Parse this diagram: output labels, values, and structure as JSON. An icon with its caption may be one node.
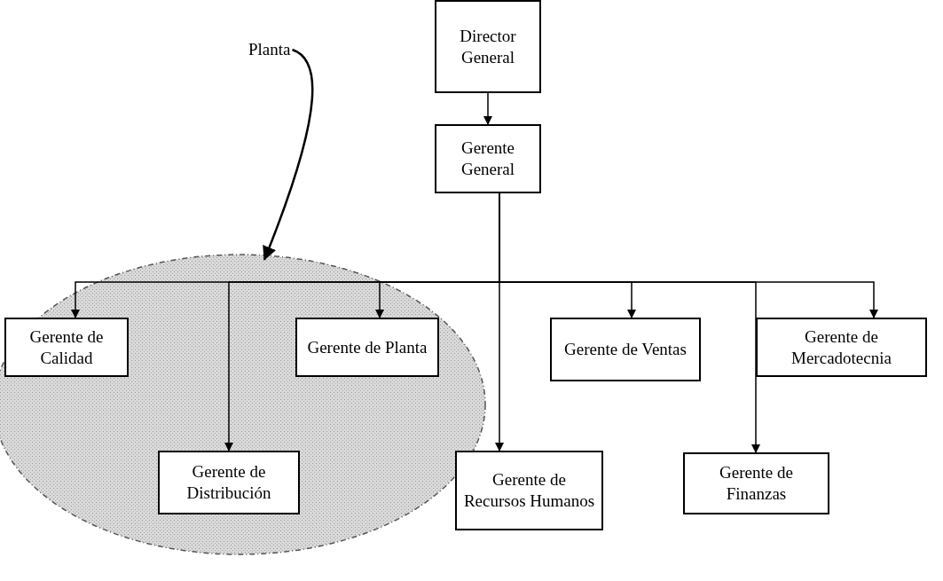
{
  "diagram": {
    "nodes": [
      {
        "text": [
          "Director General"
        ]
      },
      {
        "text": [
          "Planta"
        ]
      },
      {
        "text": [
          "Gerente General"
        ]
      },
      {
        "text": [],
        "shape": "ellipse"
      },
      {
        "text": [
          "Gerente de Calidad"
        ],
        "in": 3
      },
      {
        "text": [
          "Gerente de Planta"
        ],
        "in": 3
      },
      {
        "text": [
          "Gerente de Ventas"
        ]
      },
      {
        "text": [
          "Gerente de Mercadotecnia"
        ]
      },
      {
        "text": [
          "Gerente de Distribución"
        ],
        "in": 3
      },
      {
        "text": [
          "Gerente de Recursos Humanos"
        ]
      },
      {
        "text": [
          "Gerente de Finanzas"
        ]
      }
    ],
    "edges": [
      {
        "from": 0,
        "to": 2,
        "arrow": "to"
      },
      {
        "from": 1,
        "to": 3,
        "arrow": "to"
      },
      {
        "from": 2,
        "to": 4,
        "arrow": "to"
      },
      {
        "from": 2,
        "to": 8,
        "arrow": "to"
      },
      {
        "from": 2,
        "to": 5,
        "arrow": "to"
      },
      {
        "from": 2,
        "to": 9,
        "arrow": "to"
      },
      {
        "from": 2,
        "to": 6,
        "arrow": "to"
      },
      {
        "from": 2,
        "to": 10,
        "arrow": "to"
      },
      {
        "from": 2,
        "to": 7,
        "arrow": "to"
      }
    ]
  }
}
